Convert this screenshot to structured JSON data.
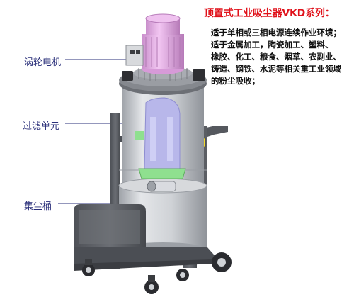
{
  "title": "顶置式工业吸尘器VKD系列：",
  "description_lines": [
    "适于单相或三相电源连续作业环境；",
    "适于金属加工，陶瓷加工、塑料、",
    "橡胶、化工、粮食、烟草、农副业、",
    "铸造、钢铁、水泥等相关重工业领域",
    "的粉尘吸收；"
  ],
  "labels": {
    "motor": "涡轮电机",
    "filter": "过滤单元",
    "bucket": "集尘桶"
  },
  "colors": {
    "title": "#e0121b",
    "label": "#2a2f7a",
    "motor": "#e6a9e6",
    "filter": "#b8b7ea",
    "frame": "#5d6066",
    "tank": "#cfd2d6",
    "green_part": "#8fe08f"
  }
}
